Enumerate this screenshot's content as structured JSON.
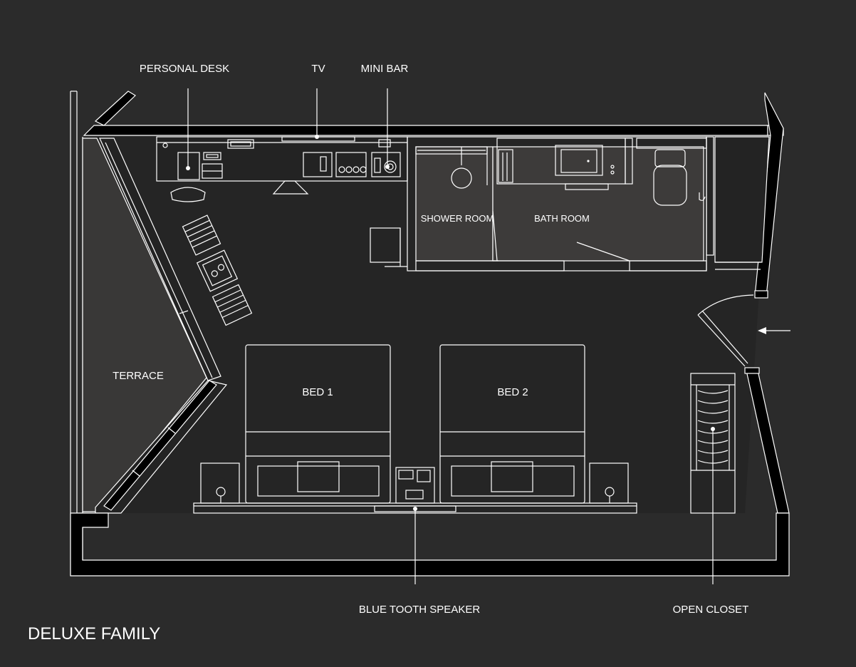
{
  "title": "DELUXE FAMILY",
  "callouts": {
    "personal_desk": "PERSONAL DESK",
    "tv": "TV",
    "mini_bar": "MINI BAR",
    "blue_tooth_speaker": "BLUE TOOTH SPEAKER",
    "open_closet": "OPEN CLOSET"
  },
  "rooms": {
    "terrace": "TERRACE",
    "shower_room": "SHOWER ROOM",
    "bath_room": "BATH ROOM",
    "bed1": "BED 1",
    "bed2": "BED 2"
  },
  "colors": {
    "background": "#2b2b2b",
    "line": "#ffffff",
    "wall": "#000000",
    "bathroom_floor": "#3d3b3a"
  },
  "icons": {
    "entrance": "arrow-left-icon",
    "lamp": "lamp-icon",
    "sink": "sink-icon",
    "toilet": "toilet-icon",
    "shower": "shower-icon"
  }
}
